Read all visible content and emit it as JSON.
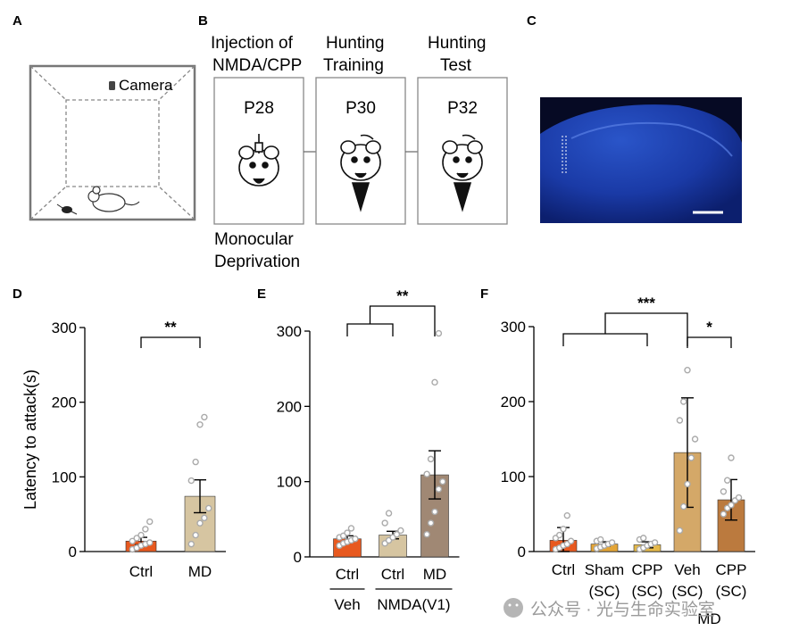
{
  "panels": {
    "A": {
      "label": "A",
      "camera_label": "Camera"
    },
    "B": {
      "label": "B",
      "steps": [
        {
          "title_line1": "Injection of",
          "title_line2": "NMDA/CPP",
          "age": "P28"
        },
        {
          "title_line1": "Hunting",
          "title_line2": "Training",
          "age": "P30"
        },
        {
          "title_line1": "Hunting",
          "title_line2": "Test",
          "age": "P32"
        }
      ],
      "note_line1": "Monocular",
      "note_line2": "Deprivation"
    },
    "C": {
      "label": "C"
    }
  },
  "chart_data": [
    {
      "panel": "D",
      "type": "bar",
      "ylabel": "Latency to attack(s)",
      "ylim": [
        0,
        300
      ],
      "yticks": [
        0,
        100,
        200,
        300
      ],
      "categories": [
        "Ctrl",
        "MD"
      ],
      "values": [
        14,
        74
      ],
      "errors": [
        5,
        22
      ],
      "colors": [
        "#e8591f",
        "#d6c5a1"
      ],
      "points": [
        [
          3,
          5,
          8,
          10,
          12,
          14,
          18,
          22,
          30,
          40
        ],
        [
          10,
          22,
          38,
          45,
          58,
          95,
          120,
          170,
          180
        ]
      ],
      "significance": [
        {
          "label": "**",
          "from": 0,
          "to": 1
        }
      ]
    },
    {
      "panel": "E",
      "type": "bar",
      "ylim": [
        0,
        300
      ],
      "yticks": [
        0,
        100,
        200,
        300
      ],
      "categories": [
        "Ctrl",
        "Ctrl",
        "MD"
      ],
      "values": [
        24,
        29,
        109
      ],
      "errors": [
        4,
        5,
        32
      ],
      "colors": [
        "#e8591f",
        "#d6c5a1",
        "#a08874"
      ],
      "points": [
        [
          15,
          18,
          20,
          22,
          24,
          26,
          28,
          32,
          38
        ],
        [
          18,
          22,
          26,
          30,
          35,
          45,
          58
        ],
        [
          30,
          45,
          60,
          90,
          100,
          110,
          130,
          232,
          297
        ]
      ],
      "group_labels": [
        {
          "label": "Veh",
          "from": 0,
          "to": 0
        },
        {
          "label": "NMDA(V1)",
          "from": 1,
          "to": 2
        }
      ],
      "significance": [
        {
          "label": "**",
          "from_group": [
            0,
            1
          ],
          "to": 2
        }
      ]
    },
    {
      "panel": "F",
      "type": "bar",
      "ylim": [
        0,
        300
      ],
      "yticks": [
        0,
        100,
        200,
        300
      ],
      "categories": [
        "Ctrl",
        "Sham",
        "CPP",
        "Veh",
        "CPP"
      ],
      "sublabels": [
        "",
        "(SC)",
        "(SC)",
        "(SC)",
        "(SC)"
      ],
      "values": [
        15,
        10,
        9,
        132,
        69
      ],
      "errors": [
        17,
        3,
        4,
        73,
        27
      ],
      "colors": [
        "#e8591f",
        "#e4a536",
        "#e4b84a",
        "#d4a868",
        "#bb7a3e"
      ],
      "points": [
        [
          3,
          5,
          8,
          10,
          14,
          18,
          22,
          30,
          48
        ],
        [
          4,
          6,
          8,
          10,
          12,
          14,
          16
        ],
        [
          3,
          5,
          8,
          10,
          12,
          16,
          18
        ],
        [
          28,
          60,
          90,
          125,
          150,
          175,
          200,
          242
        ],
        [
          50,
          58,
          62,
          68,
          72,
          80,
          95,
          125
        ]
      ],
      "group_labels": [
        {
          "label": "MD",
          "from": 3,
          "to": 4
        }
      ],
      "significance": [
        {
          "label": "***",
          "from_group": [
            0,
            2
          ],
          "to": 3
        },
        {
          "label": "*",
          "from": 3,
          "to": 4
        }
      ]
    }
  ],
  "watermark": "公众号 · 光与生命实验室"
}
